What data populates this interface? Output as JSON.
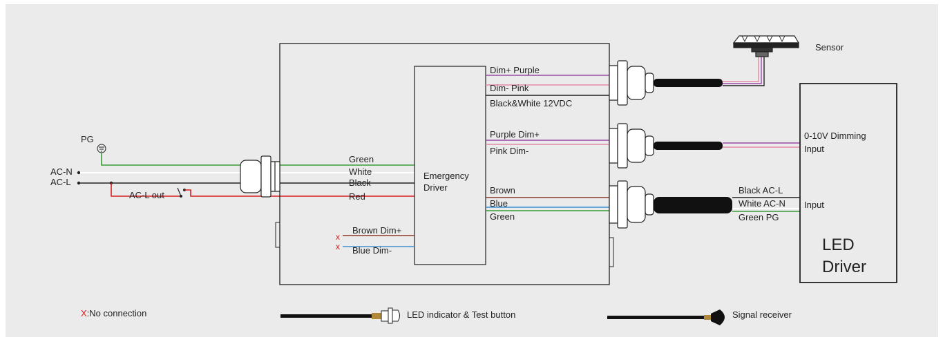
{
  "colors": {
    "background": "#ebebeb",
    "line": "#222222",
    "green": "#3a9a3a",
    "red": "#d62020",
    "brown": "#8b3a2a",
    "blue": "#3c8fd1",
    "purple": "#9b4aa8",
    "pink": "#e48aa8",
    "white_wire": "#ffffff"
  },
  "mains": {
    "pg": "PG",
    "ac_n": "AC-N",
    "ac_l": "AC-L",
    "ac_l_out": "AC-L out"
  },
  "input_wires": [
    "Green",
    "White",
    "Black",
    "Red"
  ],
  "unused_wires": [
    "Brown Dim+",
    "Blue  Dim-"
  ],
  "no_connection_mark": "x",
  "emergency_driver": {
    "line1": "Emergency",
    "line2": "Driver"
  },
  "sensor_wires": [
    "Dim+ Purple",
    "Dim- Pink",
    "Black&White 12VDC"
  ],
  "dimming_wires": [
    "Purple  Dim+",
    "Pink  Dim-"
  ],
  "output_wires": [
    "Brown",
    "Blue",
    "Green"
  ],
  "sensor_label": "Sensor",
  "led_driver": {
    "dim_input_line1": "0-10V Dimming",
    "dim_input_line2": "Input",
    "ac_wires": [
      "Black AC-L",
      "White AC-N",
      "Green  PG"
    ],
    "ac_input": "Input",
    "title_line1": "LED",
    "title_line2": "Driver"
  },
  "legend": {
    "x_mark": "X",
    "no_connection": ":No connection",
    "led_indicator": "LED indicator & Test button",
    "signal_receiver": "Signal receiver"
  }
}
